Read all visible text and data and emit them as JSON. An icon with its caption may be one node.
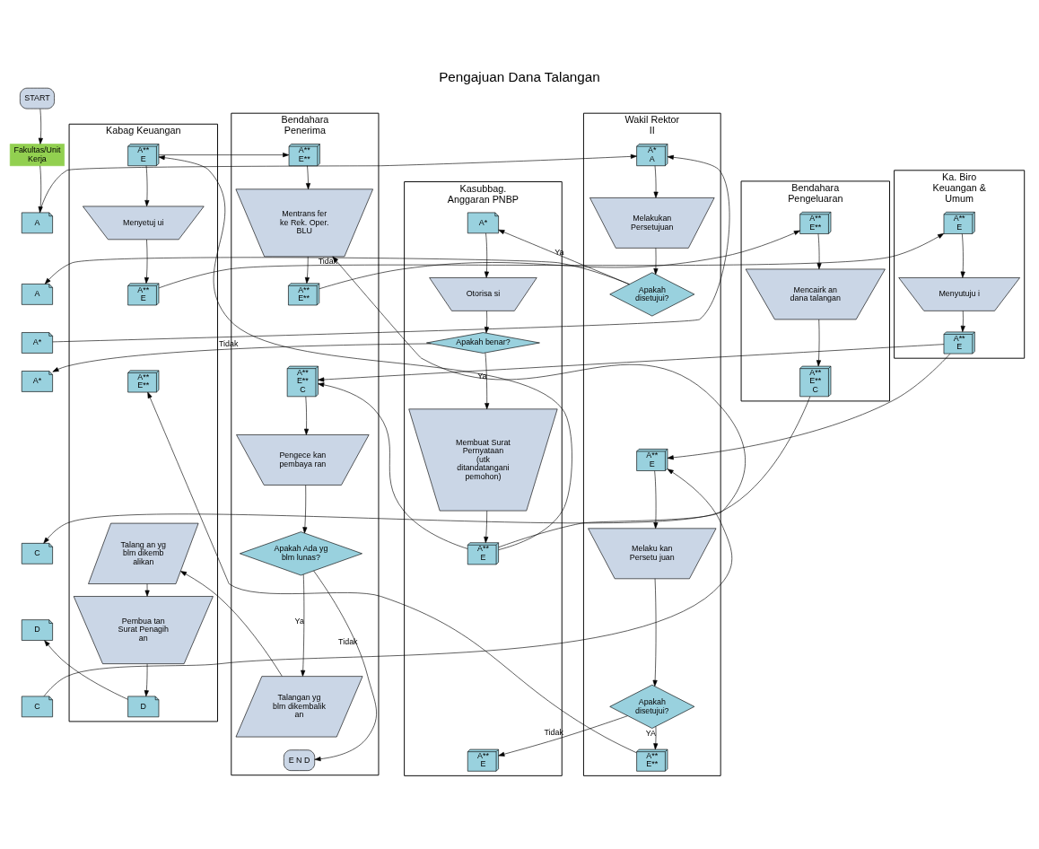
{
  "diagram": {
    "title": "Pengajuan Dana Talangan",
    "nodes": [
      {
        "text": [
          "START"
        ]
      },
      {
        "text": [
          "Fakultas/Unit Kerja"
        ]
      },
      {
        "text": [
          "A"
        ]
      },
      {
        "text": [
          "A"
        ]
      },
      {
        "text": [
          "A*"
        ]
      },
      {
        "text": [
          "A*"
        ]
      },
      {
        "text": [
          "C"
        ]
      },
      {
        "text": [
          "D"
        ]
      },
      {
        "text": [
          "C"
        ]
      },
      {
        "text": [
          "Wakil Rektor II"
        ]
      },
      {
        "text": [
          "A*",
          "A"
        ],
        "in": 9
      },
      {
        "text": [
          "Melakukan Persetujuan"
        ],
        "in": 9
      },
      {
        "text": [
          "Apakah disetujui?"
        ],
        "in": 9
      },
      {
        "text": [
          "A**",
          "E"
        ],
        "in": 9
      },
      {
        "text": [
          "Melaku kan Persetu juan"
        ],
        "in": 9
      },
      {
        "text": [
          "Apakah disetujui?"
        ],
        "in": 9
      },
      {
        "text": [
          "A**",
          "E**"
        ],
        "in": 9
      },
      {
        "text": [
          "Kasubbag. Anggaran PNBP"
        ]
      },
      {
        "text": [
          "A*"
        ],
        "in": 17
      },
      {
        "text": [
          "Otorisa si"
        ],
        "in": 17
      },
      {
        "text": [
          "Apakah benar?"
        ],
        "in": 17
      },
      {
        "text": [
          "Membuat Surat Pernyataan (utk ditandatangani pemohon)"
        ],
        "in": 17
      },
      {
        "text": [
          "A**",
          "E"
        ],
        "in": 17
      },
      {
        "text": [
          "A**",
          "E"
        ],
        "in": 17
      },
      {
        "text": [
          "Bendahara Pengeluaran"
        ]
      },
      {
        "text": [
          "A**",
          "E**"
        ],
        "in": 24
      },
      {
        "text": [
          "Mencairk an dana talangan"
        ],
        "in": 24
      },
      {
        "text": [
          "A**",
          "E**",
          "C"
        ],
        "in": 24
      },
      {
        "text": [
          "Bendahara Penerima"
        ]
      },
      {
        "text": [
          "A**",
          "E**"
        ],
        "in": 28
      },
      {
        "text": [
          "Mentrans fer ke Rek. Oper. BLU"
        ],
        "in": 28
      },
      {
        "text": [
          "A**",
          "E**"
        ],
        "in": 28
      },
      {
        "text": [
          "A**",
          "E**",
          "C"
        ],
        "in": 28
      },
      {
        "text": [
          "Pengece kan pembaya ran"
        ],
        "in": 28
      },
      {
        "text": [
          "Apakah Ada yg blm lunas?"
        ],
        "in": 28
      },
      {
        "text": [
          "Talangan yg blm dikembalik an"
        ],
        "in": 28
      },
      {
        "text": [
          "E N D"
        ],
        "in": 28
      },
      {
        "text": [
          "Kabag Keuangan"
        ]
      },
      {
        "text": [
          "A**",
          "E"
        ],
        "in": 37
      },
      {
        "text": [
          "Menyetuj ui"
        ],
        "in": 37
      },
      {
        "text": [
          "A**",
          "E"
        ],
        "in": 37
      },
      {
        "text": [
          "A**",
          "E**"
        ],
        "in": 37
      },
      {
        "text": [
          "Talang an yg blm dikemb alikan"
        ],
        "in": 37
      },
      {
        "text": [
          "Pembua tan Surat Penagih an"
        ],
        "in": 37
      },
      {
        "text": [
          "D"
        ],
        "in": 37
      },
      {
        "text": [
          "Ka. Biro Keuangan & Umum"
        ]
      },
      {
        "text": [
          "A**",
          "E"
        ],
        "in": 45
      },
      {
        "text": [
          "Menyutuju i"
        ],
        "in": 45
      },
      {
        "text": [
          "A**",
          "E"
        ],
        "in": 45
      }
    ],
    "edges": [
      {
        "from": 0,
        "to": 1,
        "arrow": "to"
      },
      {
        "from": 1,
        "to": 2,
        "arrow": "to"
      },
      {
        "from": 2,
        "to": 10,
        "arrow": "to"
      },
      {
        "from": 4,
        "to": 10,
        "arrow": "to"
      },
      {
        "from": 10,
        "to": 11,
        "arrow": "to"
      },
      {
        "from": 11,
        "to": 12,
        "arrow": "to"
      },
      {
        "from": 12,
        "to": 3,
        "arrow": "to",
        "label": "Tidak"
      },
      {
        "from": 12,
        "to": 18,
        "arrow": "to",
        "label": "Ya"
      },
      {
        "from": 18,
        "to": 19,
        "arrow": "to"
      },
      {
        "from": 19,
        "to": 20,
        "arrow": "to"
      },
      {
        "from": 20,
        "to": 5,
        "arrow": "to",
        "label": "Tidak"
      },
      {
        "from": 20,
        "to": 21,
        "arrow": "to",
        "label": "Ya"
      },
      {
        "from": 21,
        "to": 22,
        "arrow": "to"
      },
      {
        "from": 48,
        "to": 13,
        "arrow": "to"
      },
      {
        "from": 8,
        "to": 13,
        "arrow": "to"
      },
      {
        "from": 48,
        "to": 32,
        "arrow": "to"
      },
      {
        "from": 13,
        "to": 14,
        "arrow": "to"
      },
      {
        "from": 14,
        "to": 15,
        "arrow": "to"
      },
      {
        "from": 15,
        "to": 16,
        "arrow": "to",
        "label": "YA"
      },
      {
        "from": 15,
        "to": 23,
        "arrow": "to",
        "label": "Tidak"
      },
      {
        "from": 16,
        "to": 41,
        "arrow": "to"
      },
      {
        "from": 22,
        "to": 32,
        "arrow": "to"
      },
      {
        "from": 22,
        "to": 30,
        "arrow": "to"
      },
      {
        "from": 22,
        "to": 38,
        "arrow": "to"
      },
      {
        "from": 27,
        "to": 6,
        "arrow": "to"
      },
      {
        "from": 44,
        "to": 7,
        "arrow": "to"
      },
      {
        "from": 25,
        "to": 26,
        "arrow": "to"
      },
      {
        "from": 26,
        "to": 27,
        "arrow": "to"
      },
      {
        "from": 31,
        "to": 25,
        "arrow": "to"
      },
      {
        "from": 38,
        "to": 29,
        "arrow": "to"
      },
      {
        "from": 38,
        "to": 39,
        "arrow": "to"
      },
      {
        "from": 29,
        "to": 30,
        "arrow": "to"
      },
      {
        "from": 30,
        "to": 31,
        "arrow": "to"
      },
      {
        "from": 39,
        "to": 40,
        "arrow": "to"
      },
      {
        "from": 40,
        "to": 46,
        "arrow": "to"
      },
      {
        "from": 46,
        "to": 47,
        "arrow": "to"
      },
      {
        "from": 47,
        "to": 48,
        "arrow": "to"
      },
      {
        "from": 32,
        "to": 33,
        "arrow": "to"
      },
      {
        "from": 33,
        "to": 34,
        "arrow": "to"
      },
      {
        "from": 34,
        "to": 35,
        "arrow": "to",
        "label": "Ya"
      },
      {
        "from": 34,
        "to": 36,
        "arrow": "to",
        "label": "Tidak"
      },
      {
        "from": 35,
        "to": 42,
        "arrow": "to"
      },
      {
        "from": 42,
        "to": 43,
        "arrow": "to"
      },
      {
        "from": 43,
        "to": 44,
        "arrow": "to"
      }
    ]
  }
}
